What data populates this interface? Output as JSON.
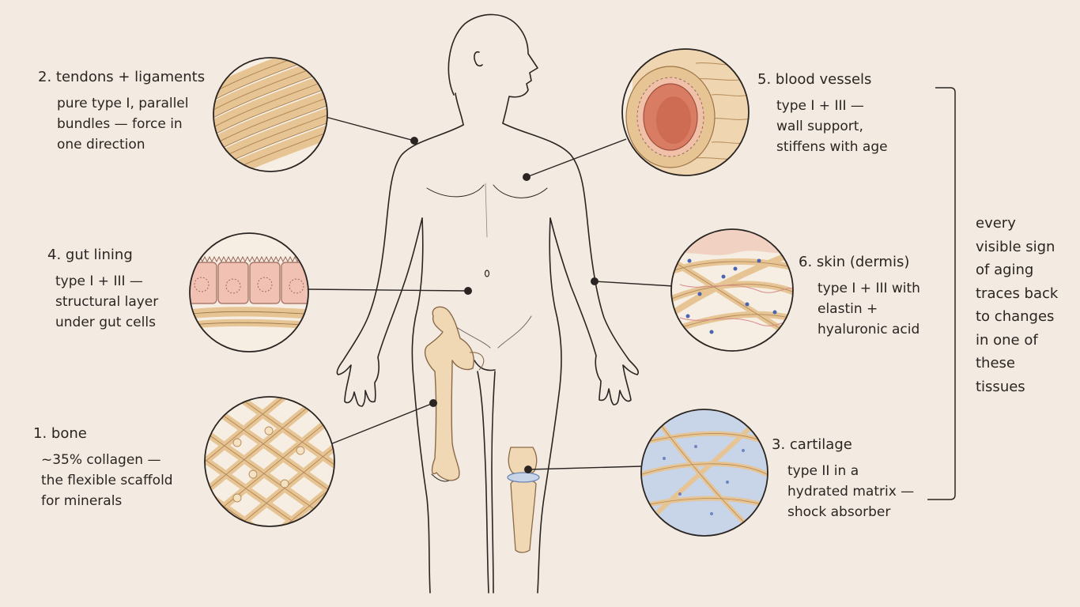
{
  "labels": {
    "tendons": {
      "title": "2. tendons + ligaments",
      "lines": [
        "pure type I, parallel",
        "bundles — force in",
        "one direction"
      ]
    },
    "gut": {
      "title": "4. gut lining",
      "lines": [
        "type I + III —",
        "structural layer",
        "under gut cells"
      ]
    },
    "bone": {
      "title": "1. bone",
      "lines": [
        "~35% collagen —",
        "the flexible scaffold",
        "for minerals"
      ]
    },
    "vessels": {
      "title": "5. blood vessels",
      "lines": [
        "type I + III —",
        "wall support,",
        "stiffens with age"
      ]
    },
    "skin": {
      "title": "6. skin (dermis)",
      "lines": [
        "type I + III with",
        "elastin +",
        "hyaluronic acid"
      ]
    },
    "cartilage": {
      "title": "3. cartilage",
      "lines": [
        "type II in a",
        "hydrated matrix —",
        "shock absorber"
      ]
    }
  },
  "summary": {
    "lines": [
      "every",
      "visible sign",
      "of aging",
      "traces back",
      "to changes",
      "in one of",
      "these",
      "tissues"
    ]
  },
  "colors": {
    "background": "#f3ebe1",
    "ink": "#2a2522",
    "collagen": "#e6c494",
    "collagen_dark": "#b58a58",
    "vessel_inner": "#d97c64",
    "gut_cells": "#f1c2b4",
    "cartilage_matrix": "#b9c7df",
    "skin_blue": "#4a64b0"
  },
  "icons": [
    "fiber-bundle-icon",
    "cell-layer-icon",
    "bone-lattice-icon",
    "vessel-cross-section-icon",
    "dermis-mesh-icon",
    "cartilage-matrix-icon",
    "human-figure-icon",
    "femur-icon",
    "knee-joint-icon"
  ]
}
